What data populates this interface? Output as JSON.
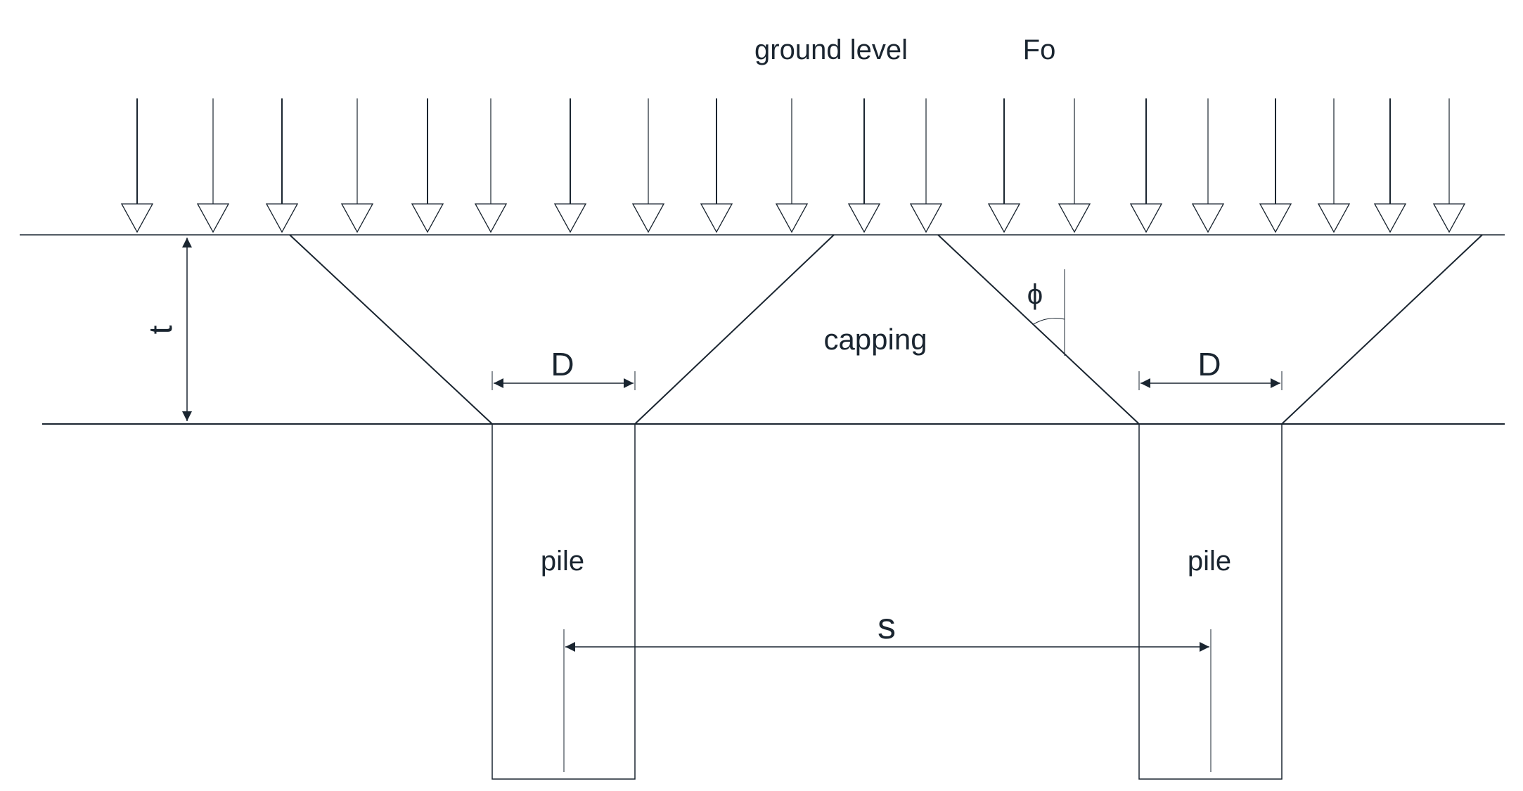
{
  "labels": {
    "ground_level": "ground level",
    "load": "Fo",
    "depth": "t",
    "angle": "ϕ",
    "capping": "capping",
    "pile_diameter_left": "D",
    "pile_diameter_right": "D",
    "pile_left": "pile",
    "pile_right": "pile",
    "spacing": "s"
  },
  "load_arrows": {
    "count": 20
  },
  "colors": {
    "line": "#1a2530",
    "background": "#ffffff"
  }
}
